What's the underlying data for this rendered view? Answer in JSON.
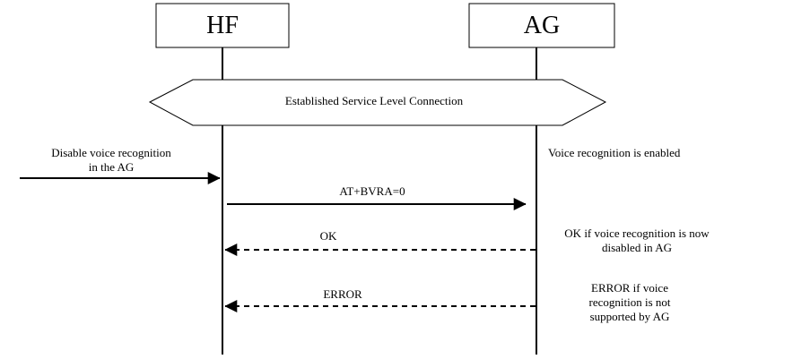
{
  "entities": {
    "hf": "HF",
    "ag": "AG"
  },
  "banner": "Established Service Level Connection",
  "trigger": {
    "line1": "Disable voice recognition",
    "line2": "in the AG"
  },
  "ag_state_note": "Voice recognition is enabled",
  "messages": {
    "command": "AT+BVRA=0",
    "ok": "OK",
    "error": "ERROR"
  },
  "notes": {
    "ok_line1": "OK if voice recognition is now",
    "ok_line2": "disabled in AG",
    "error_line1": "ERROR if voice",
    "error_line2": "recognition is not",
    "error_line3": "supported by AG"
  },
  "colors": {
    "line": "#000000",
    "background": "#ffffff"
  }
}
